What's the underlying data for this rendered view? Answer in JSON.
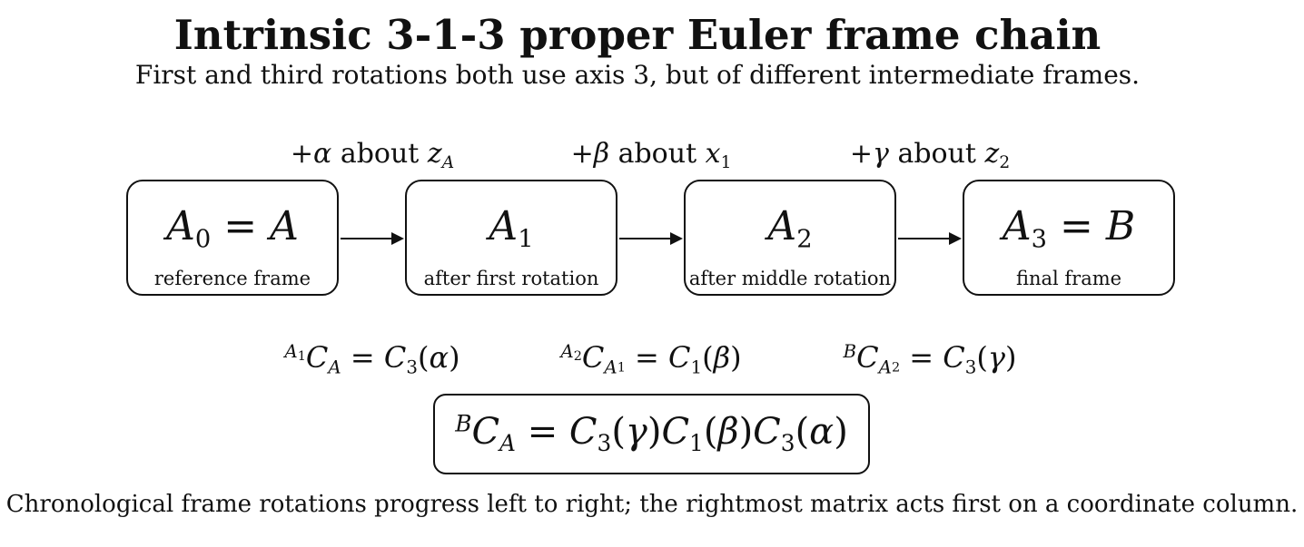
{
  "title": "Intrinsic 3-1-3 proper Euler frame chain",
  "subtitle": "First and third rotations both use axis 3, but of different intermediate frames.",
  "rotations": [
    {
      "sign": "+",
      "angle": "α",
      "word": "about",
      "axis": "z",
      "axis_sub": "A"
    },
    {
      "sign": "+",
      "angle": "β",
      "word": "about",
      "axis": "x",
      "axis_sub": "1"
    },
    {
      "sign": "+",
      "angle": "γ",
      "word": "about",
      "axis": "z",
      "axis_sub": "2"
    }
  ],
  "frames": [
    {
      "symbol": "A",
      "sub": "0",
      "equals": "=",
      "alias": "A",
      "caption": "reference frame"
    },
    {
      "symbol": "A",
      "sub": "1",
      "equals": "",
      "alias": "",
      "caption": "after first rotation"
    },
    {
      "symbol": "A",
      "sub": "2",
      "equals": "",
      "alias": "",
      "caption": "after middle rotation"
    },
    {
      "symbol": "A",
      "sub": "3",
      "equals": "=",
      "alias": "B",
      "caption": "final frame"
    }
  ],
  "dcm_equations": [
    {
      "pre": "A",
      "pre_sub": "1",
      "C": "C",
      "C_sub": "A",
      "C_sub_sub": "",
      "rhs_C": "C",
      "rhs_axis": "3",
      "rhs_angle": "α"
    },
    {
      "pre": "A",
      "pre_sub": "2",
      "C": "C",
      "C_sub": "A",
      "C_sub_sub": "1",
      "rhs_C": "C",
      "rhs_axis": "1",
      "rhs_angle": "β"
    },
    {
      "pre": "B",
      "pre_sub": "",
      "C": "C",
      "C_sub": "A",
      "C_sub_sub": "2",
      "rhs_C": "C",
      "rhs_axis": "3",
      "rhs_angle": "γ"
    }
  ],
  "composite": {
    "pre": "B",
    "C": "C",
    "C_sub": "A",
    "equals": "=",
    "factors": [
      {
        "C": "C",
        "axis": "3",
        "angle": "γ"
      },
      {
        "C": "C",
        "axis": "1",
        "angle": "β"
      },
      {
        "C": "C",
        "axis": "3",
        "angle": "α"
      }
    ]
  },
  "footer": "Chronological frame rotations progress left to right; the rightmost matrix acts first on a coordinate column."
}
